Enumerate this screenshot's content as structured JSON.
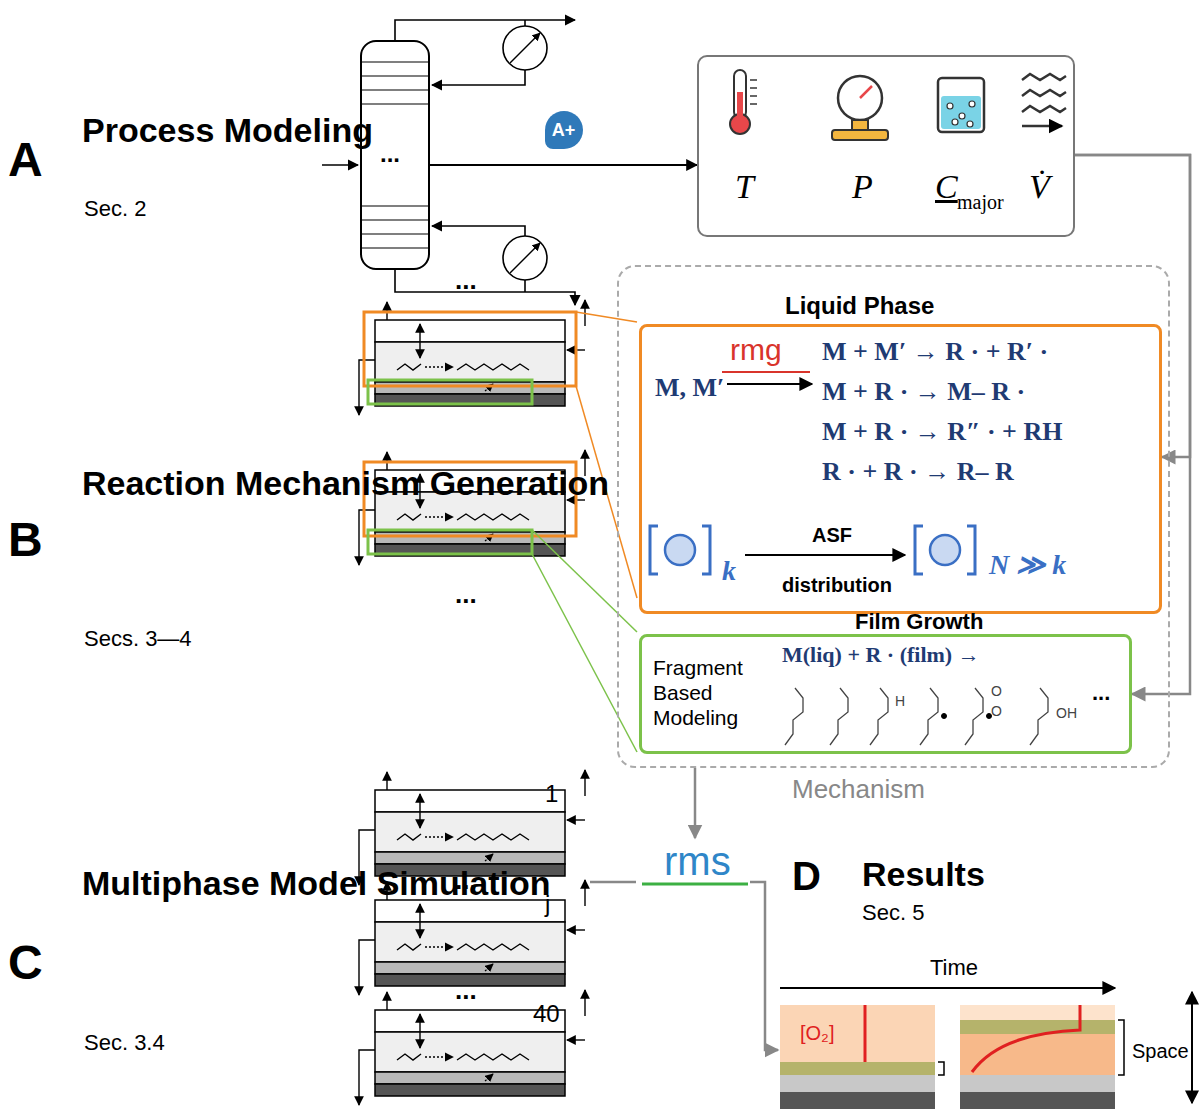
{
  "diagram": {
    "nodes": [
      {
        "text": [
          "..."
        ]
      },
      {
        "text": [
          "T",
          "P",
          "C",
          "major",
          "V̇"
        ]
      },
      {
        "text": [
          "Mechanism"
        ]
      },
      {
        "text": [
          "Liquid Phase",
          "rmg",
          "M, M′",
          "M + M′ → R · + R′ ·",
          "M + R · → M– R ·",
          "M + R · → R″ · + RH",
          "R · + R · → R– R",
          "ASF distribution",
          "k",
          "N ≫ k"
        ],
        "in": 2
      },
      {
        "text": [
          "Film Growth",
          "Fragment Based Modeling",
          "M(liq) + R · (film) →"
        ],
        "in": 2
      },
      {
        "text": [
          "rms"
        ]
      },
      {
        "text": [
          "Time",
          "[O₂]",
          "Space"
        ]
      }
    ],
    "edges": [
      {
        "from": 0,
        "to": 1,
        "label": "A+",
        "arrow": "to"
      },
      {
        "from": 1,
        "to": 3,
        "arrow": "to"
      },
      {
        "from": 1,
        "to": 4,
        "arrow": "to"
      },
      {
        "from": 2,
        "to": 5,
        "arrow": "to"
      },
      {
        "from": 5,
        "to": 6,
        "arrow": "to"
      }
    ],
    "labels": [
      "A",
      "Process Modeling",
      "Sec. 2",
      "B",
      "Reaction Mechanism Generation",
      "Secs. 3—4",
      "C",
      "Multiphase Model Simulation",
      "Sec. 3.4",
      "D",
      "Results",
      "Sec. 5",
      "...",
      "...",
      "1",
      "...",
      "j",
      "...",
      "40",
      "H",
      "O",
      "O",
      "OH",
      "..."
    ]
  }
}
